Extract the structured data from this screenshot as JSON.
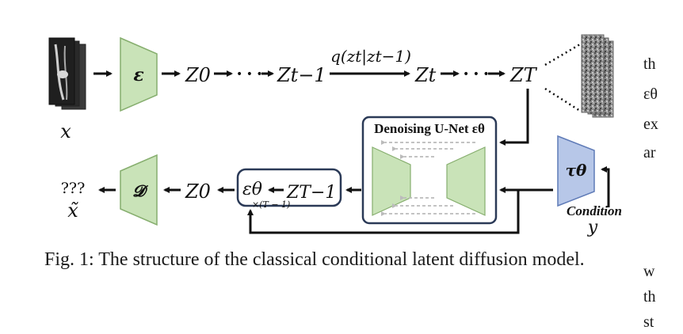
{
  "diagram": {
    "encoder_symbol": "ε",
    "decoder_symbol": "𝓓",
    "tau_symbol": "τθ",
    "input_label": "x",
    "z0_top": "Z0",
    "z_t_minus_1": "Zt−1",
    "z_t": "Zt",
    "z_T": "ZT",
    "dots": "• • •",
    "q_label": "q(zt|zt−1)",
    "unet_title": "Denoising U-Net εθ",
    "eps_box_label": "εθ",
    "z_T_minus_1": "ZT−1",
    "z0_bottom": "Z0",
    "output_unknown": "???",
    "output_label": "x̃",
    "loop_label": "×(T − 1)",
    "condition_label": "Condition",
    "condition_symbol": "y"
  },
  "caption": "Fig. 1: The structure of the classical conditional latent diffusion model.",
  "side_text_fragments": [
    "th",
    "εθ",
    "ex",
    "ar",
    "w",
    "th",
    "st"
  ],
  "colors": {
    "encoder_fill": "#c9e3b8",
    "encoder_stroke": "#86ae6e",
    "tau_fill": "#b7c7e8",
    "tau_stroke": "#5f7bb7",
    "box_stroke": "#2b3a57",
    "ink": "#111111"
  }
}
